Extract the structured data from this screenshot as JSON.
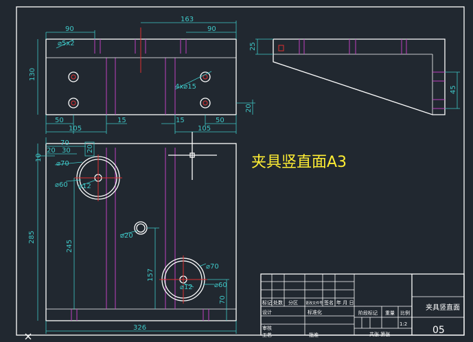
{
  "drawing_title": "夹具竖直面A3",
  "dimensions": {
    "top_view": {
      "w90_left": "90",
      "w163": "163",
      "w90_right": "90",
      "h130": "130",
      "holes_5x2": "⌀5x2",
      "holes_4x15": "4x⌀15",
      "w50_left": "50",
      "w105_left": "105",
      "w15_left": "15",
      "w15_right": "15",
      "w105_right": "105",
      "w50_right": "50",
      "h20": "20"
    },
    "side_view": {
      "h25": "25",
      "h45": "45"
    },
    "front_view": {
      "w70": "70",
      "w20": "20",
      "w30": "30",
      "h20_top": "20",
      "h10": "10",
      "d70_upper": "⌀70",
      "d60_upper": "⌀60",
      "d12_upper": "⌀12",
      "d20": "⌀20",
      "h285": "285",
      "h245": "245",
      "h157": "157",
      "d70_lower": "⌀70",
      "d12_lower": "⌀12",
      "d60_lower": "⌀60",
      "h70": "70",
      "w326": "326"
    }
  },
  "title_block": {
    "headers": [
      "标记",
      "处数",
      "分区",
      "更改文件号",
      "签名",
      "年 月 日"
    ],
    "row_design": "设计",
    "row_standard": "标准化",
    "row_review": "审核",
    "row_process": "工艺",
    "row_approve": "批准",
    "stage_mark": "阶段标记",
    "weight": "重量",
    "scale_label": "比例",
    "scale_value": "1:2",
    "sheets": "共张  第张",
    "part_name": "夹具竖直面",
    "drawing_no": "05"
  }
}
